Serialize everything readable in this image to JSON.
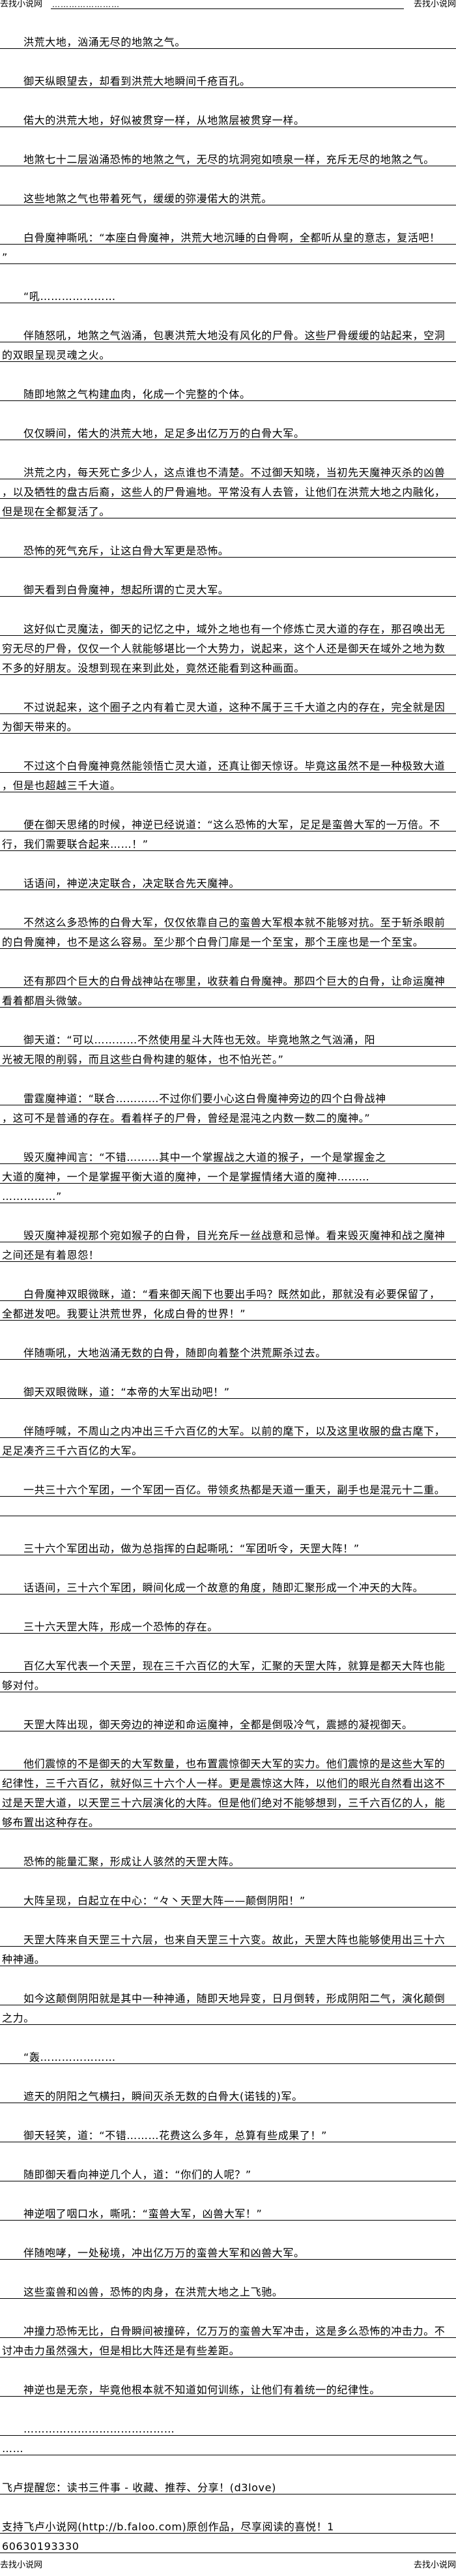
{
  "header": {
    "site_left": "去找小说网",
    "site_right": "去找小说网",
    "dots": "……………………"
  },
  "footer": {
    "site_left": "去找小说网",
    "site_right": "去找小说网"
  },
  "paragraphs": [
    {
      "indent": true,
      "lines": [
        "洪荒大地，汹涌无尽的地煞之气。"
      ]
    },
    {
      "indent": true,
      "lines": [
        "御天纵眼望去，却看到洪荒大地瞬间千疮百孔。"
      ]
    },
    {
      "indent": true,
      "lines": [
        "偌大的洪荒大地，好似被贯穿一样，从地煞层被贯穿一样。"
      ]
    },
    {
      "indent": true,
      "lines": [
        "地煞七十二层汹涌恐怖的地煞之气，无尽的坑洞宛如喷泉一样，充斥无尽的地煞之气。"
      ]
    },
    {
      "indent": true,
      "lines": [
        "这些地煞之气也带着死气，缓缓的弥漫偌大的洪荒。"
      ]
    },
    {
      "indent": true,
      "lines": [
        "白骨魔神嘶吼：“本座白骨魔神，洪荒大地沉睡的白骨啊，全都听从皇的意志，复活吧！",
        "”"
      ]
    },
    {
      "indent": true,
      "lines": [
        "“吼…………………"
      ]
    },
    {
      "indent": true,
      "lines": [
        "伴随怒吼，地煞之气汹涌，包裹洪荒大地没有风化的尸骨。这些尸骨缓缓的站起来，空洞",
        "的双眼呈现灵魂之火。"
      ]
    },
    {
      "indent": true,
      "lines": [
        "随即地煞之气构建血肉，化成一个完整的个体。"
      ]
    },
    {
      "indent": true,
      "lines": [
        "仅仅瞬间，偌大的洪荒大地，足足多出亿万万的白骨大军。"
      ]
    },
    {
      "indent": true,
      "lines": [
        "洪荒之内，每天死亡多少人，这点谁也不清楚。不过御天知晓，当初先天魔神灭杀的凶兽",
        "，以及牺牲的盘古后裔，这些人的尸骨遍地。平常没有人去管，让他们在洪荒大地之内融化，",
        "但是现在全都复活了。"
      ]
    },
    {
      "indent": true,
      "lines": [
        "恐怖的死气充斥，让这白骨大军更是恐怖。"
      ]
    },
    {
      "indent": true,
      "lines": [
        "御天看到白骨魔神，想起所谓的亡灵大军。"
      ]
    },
    {
      "indent": true,
      "lines": [
        "这好似亡灵魔法，御天的记忆之中，域外之地也有一个修炼亡灵大道的存在，那召唤出无",
        "穷无尽的尸骨，仅仅一个人就能够堪比一个大势力，说起来，这个人还是御天在域外之地为数",
        "不多的好朋友。没想到现在来到此处，竟然还能看到这种画面。"
      ]
    },
    {
      "indent": true,
      "lines": [
        "不过说起来，这个圈子之内有着亡灵大道，这种不属于三千大道之内的存在，完全就是因",
        "为御天带来的。"
      ]
    },
    {
      "indent": true,
      "lines": [
        "不过这个白骨魔神竟然能领悟亡灵大道，还真让御天惊讶。毕竟这虽然不是一种极致大道",
        "，但是也超越三千大道。"
      ]
    },
    {
      "indent": true,
      "lines": [
        "便在御天思绪的时候，神逆已经说道：“这么恐怖的大军，足足是蛮兽大军的一万倍。不",
        "行，我们需要联合起来……！”"
      ]
    },
    {
      "indent": true,
      "lines": [
        "话语间，神逆决定联合，决定联合先天魔神。"
      ]
    },
    {
      "indent": true,
      "lines": [
        "不然这么多恐怖的白骨大军，仅仅依靠自己的蛮兽大军根本就不能够对抗。至于斩杀眼前",
        "的白骨魔神，也不是这么容易。至少那个白骨门扉是一个至宝，那个王座也是一个至宝。"
      ]
    },
    {
      "indent": true,
      "lines": [
        "还有那四个巨大的白骨战神站在哪里，收获着白骨魔神。那四个巨大的白骨，让命运魔神",
        "看着都眉头微皱。"
      ]
    },
    {
      "indent": true,
      "lines": [
        "御天道：“可以…………不然使用星斗大阵也无效。毕竟地煞之气汹涌，阳",
        "光被无限的削弱，而且这些白骨构建的躯体，也不怕光芒。”"
      ]
    },
    {
      "indent": true,
      "lines": [
        "雷霆魔神道：“联合…………不过你们要小心这白骨魔神旁边的四个白骨战神",
        "，这可不是普通的存在。看着样子的尸骨，曾经是混沌之内数一数二的魔神。”"
      ]
    },
    {
      "indent": true,
      "lines": [
        "毁灭魔神闻言：“不错………其中一个掌握战之大道的猴子，一个是掌握金之",
        "大道的魔神，一个是掌握平衡大道的魔神，一个是掌握情绪大道的魔神………",
        "……………”"
      ]
    },
    {
      "indent": true,
      "lines": [
        "毁灭魔神凝视那个宛如猴子的白骨，目光充斥一丝战意和忌惮。看来毁灭魔神和战之魔神",
        "之间还是有着恩怨！"
      ]
    },
    {
      "indent": true,
      "lines": [
        "白骨魔神双眼微眯，道：“看来御天阁下也要出手吗？既然如此，那就没有必要保留了，",
        "全都迸发吧。我要让洪荒世界，化成白骨的世界！”"
      ]
    },
    {
      "indent": true,
      "lines": [
        "伴随嘶吼，大地汹涌无数的白骨，随即向着整个洪荒厮杀过去。"
      ]
    },
    {
      "indent": true,
      "lines": [
        "御天双眼微眯，道：“本帝的大军出动吧！”"
      ]
    },
    {
      "indent": true,
      "lines": [
        "伴随呼喊，不周山之内冲出三千六百亿的大军。以前的麾下，以及这里收服的盘古麾下，",
        "足足凑齐三千六百亿的大军。"
      ]
    },
    {
      "indent": true,
      "lines": [
        "一共三十六个军团，一个军团一百亿。带领炙热都是天道一重天，副手也是混元十二重。"
      ]
    },
    {
      "indent": false,
      "blank": true,
      "lines": [
        ""
      ]
    },
    {
      "indent": true,
      "lines": [
        "三十六个军团出动，做为总指挥的白起嘶吼：“军团听令，天罡大阵！”"
      ]
    },
    {
      "indent": true,
      "lines": [
        "话语间，三十六个军团，瞬间化成一个故意的角度，随即汇聚形成一个冲天的大阵。"
      ]
    },
    {
      "indent": true,
      "lines": [
        "三十六天罡大阵，形成一个恐怖的存在。"
      ]
    },
    {
      "indent": true,
      "lines": [
        "百亿大军代表一个天罡，现在三千六百亿的大军，汇聚的天罡大阵，就算是都天大阵也能",
        "够对付。"
      ]
    },
    {
      "indent": true,
      "lines": [
        "天罡大阵出现，御天旁边的神逆和命运魔神，全都是倒吸冷气，震撼的凝视御天。"
      ]
    },
    {
      "indent": true,
      "lines": [
        "他们震惊的不是御天的大军数量，也布置震惊御天大军的实力。他们震惊的是这些大军的",
        "纪律性，三千六百亿，就好似三十六个人一样。更是震惊这大阵，以他们的眼光自然看出这不",
        "过是天罡大道，以天罡三十六层演化的大阵。但是他们绝对不能够想到，三千六百亿的人，能",
        "够布置出这种存在。"
      ]
    },
    {
      "indent": true,
      "lines": [
        "恐怖的能量汇聚，形成让人骇然的天罡大阵。"
      ]
    },
    {
      "indent": true,
      "lines": [
        "大阵呈现，白起立在中心：“々丶天罡大阵——颠倒阴阳！”"
      ]
    },
    {
      "indent": true,
      "lines": [
        "天罡大阵来自天罡三十六层，也来自天罡三十六变。故此，天罡大阵也能够使用出三十六",
        "种神通。"
      ]
    },
    {
      "indent": true,
      "lines": [
        "如今这颠倒阴阳就是其中一种神通，随即天地异变，日月倒转，形成阴阳二气，演化颠倒",
        "之力。"
      ]
    },
    {
      "indent": true,
      "lines": [
        "“轰…………………"
      ]
    },
    {
      "indent": true,
      "lines": [
        "遮天的阴阳之气横扫，瞬间灭杀无数的白骨大(诺钱的)军。"
      ]
    },
    {
      "indent": true,
      "lines": [
        "御天轻笑，道：“不错………花费这么多年，总算有些成果了！”"
      ]
    },
    {
      "indent": true,
      "lines": [
        "随即御天看向神逆几个人，道：“你们的人呢？”"
      ]
    },
    {
      "indent": true,
      "lines": [
        "神逆咽了咽口水，嘶吼：“蛮兽大军，凶兽大军！”"
      ]
    },
    {
      "indent": true,
      "lines": [
        "伴随咆哮，一处秘境，冲出亿万万的蛮兽大军和凶兽大军。"
      ]
    },
    {
      "indent": true,
      "lines": [
        "这些蛮兽和凶兽，恐怖的肉身，在洪荒大地之上飞驰。"
      ]
    },
    {
      "indent": true,
      "lines": [
        "冲撞力恐怖无比，白骨瞬间被撞碎，亿万万的蛮兽大军冲击，这是多么恐怖的冲击力。不",
        "讨冲击力虽然强大，但是相比大阵还是有些差距。"
      ]
    },
    {
      "indent": true,
      "lines": [
        "神逆也是无奈，毕竟他根本就不知道如何训练，让他们有着统一的纪律性。"
      ]
    },
    {
      "indent": true,
      "lines": [
        "……………………………………",
        "……"
      ]
    },
    {
      "indent": false,
      "lines": [
        "飞卢提醒您：读书三件事 - 收藏、推荐、分享！(d3love)"
      ]
    },
    {
      "indent": false,
      "lines": [
        "支持飞卢小说网(http://b.faloo.com)原创作品，尽享阅读的喜悦！1",
        "60630193330"
      ]
    }
  ]
}
